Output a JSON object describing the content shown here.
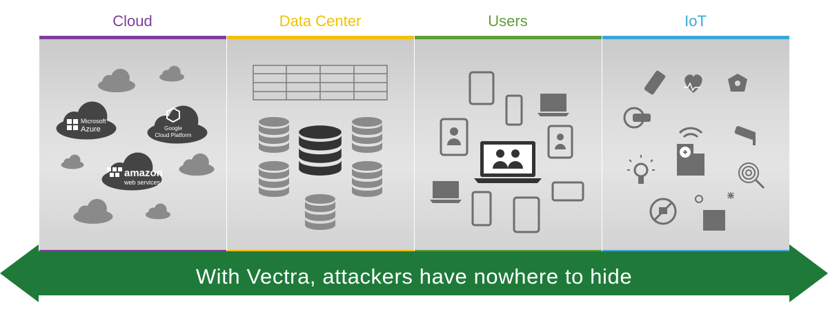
{
  "columns": [
    {
      "key": "cloud",
      "title": "Cloud",
      "color": "#7b3f9e"
    },
    {
      "key": "datacenter",
      "title": "Data Center",
      "color": "#f2c100"
    },
    {
      "key": "users",
      "title": "Users",
      "color": "#5f9e38"
    },
    {
      "key": "iot",
      "title": "IoT",
      "color": "#3aa8d8"
    }
  ],
  "cloud": {
    "azure": {
      "line1": "Microsoft",
      "line2": "Azure"
    },
    "google": {
      "line1": "Google",
      "line2": "Cloud Platform"
    },
    "amazon": {
      "line1": "amazon",
      "line2": "web services"
    }
  },
  "banner": {
    "text": "With Vectra, attackers have nowhere to hide",
    "color": "#1f7a3a"
  }
}
